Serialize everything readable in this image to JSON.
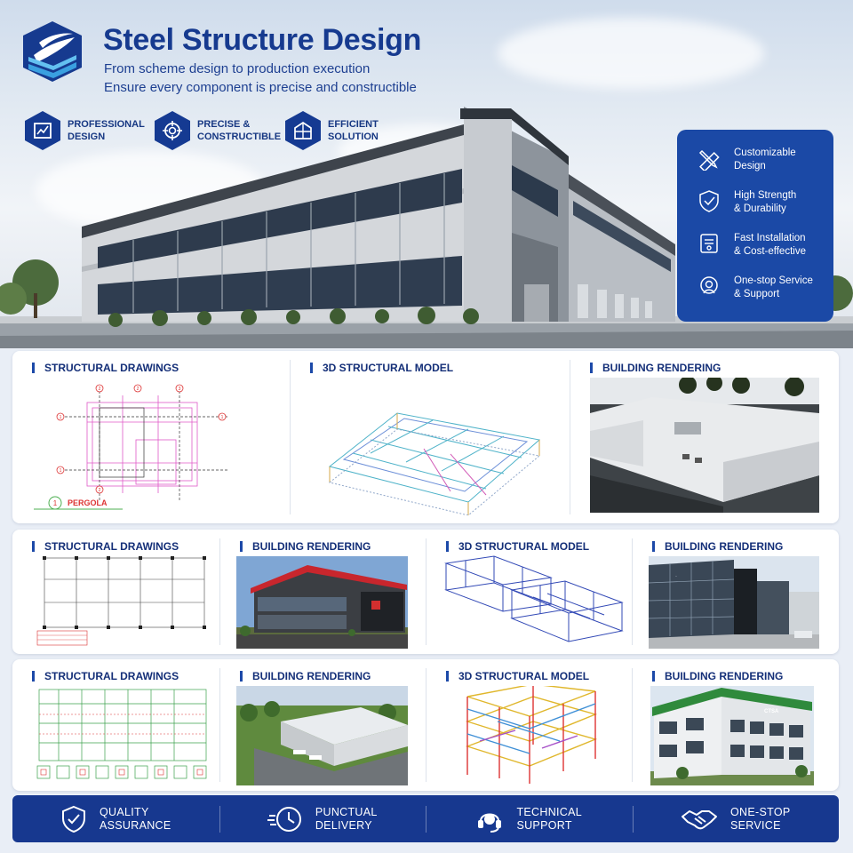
{
  "header": {
    "title": "Steel Structure Design",
    "subtitle_line1": "From scheme design to production execution",
    "subtitle_line2": "Ensure every component is precise and constructible"
  },
  "features": [
    {
      "icon": "drawing-icon",
      "line1": "PROFESSIONAL",
      "line2": "DESIGN"
    },
    {
      "icon": "target-icon",
      "line1": "PRECISE &",
      "line2": "CONSTRUCTIBLE"
    },
    {
      "icon": "structure-icon",
      "line1": "EFFICIENT",
      "line2": "SOLUTION"
    }
  ],
  "side_panel": [
    {
      "icon": "ruler-pencil-icon",
      "line1": "Customizable",
      "line2": "Design"
    },
    {
      "icon": "shield-icon",
      "line1": "High Strength",
      "line2": "& Durability"
    },
    {
      "icon": "install-icon",
      "line1": "Fast Installation",
      "line2": "& Cost-effective"
    },
    {
      "icon": "support-icon",
      "line1": "One-stop Service",
      "line2": "& Support"
    }
  ],
  "row1": [
    {
      "title": "STRUCTURAL DRAWINGS",
      "plan_label": "PERGOLA",
      "plan_num": "1"
    },
    {
      "title": "3D STRUCTURAL MODEL"
    },
    {
      "title": "BUILDING RENDERING"
    }
  ],
  "row2": [
    {
      "title": "STRUCTURAL DRAWINGS"
    },
    {
      "title": "BUILDING RENDERING"
    },
    {
      "title": "3D STRUCTURAL MODEL"
    },
    {
      "title": "BUILDING RENDERING"
    }
  ],
  "row3": [
    {
      "title": "STRUCTURAL DRAWINGS"
    },
    {
      "title": "BUILDING RENDERING"
    },
    {
      "title": "3D STRUCTURAL MODEL"
    },
    {
      "title": "BUILDING RENDERING",
      "sign": "CTSA"
    }
  ],
  "bottom_bar": [
    {
      "icon": "shield-check-icon",
      "line1": "QUALITY",
      "line2": "ASSURANCE"
    },
    {
      "icon": "clock-icon",
      "line1": "PUNCTUAL",
      "line2": "DELIVERY"
    },
    {
      "icon": "headset-icon",
      "line1": "TECHNICAL",
      "line2": "SUPPORT"
    },
    {
      "icon": "handshake-icon",
      "line1": "ONE-STOP",
      "line2": "SERVICE"
    }
  ],
  "colors": {
    "brand_navy": "#17388f",
    "panel_blue": "#1b49a6",
    "title_blue": "#163a8f"
  }
}
